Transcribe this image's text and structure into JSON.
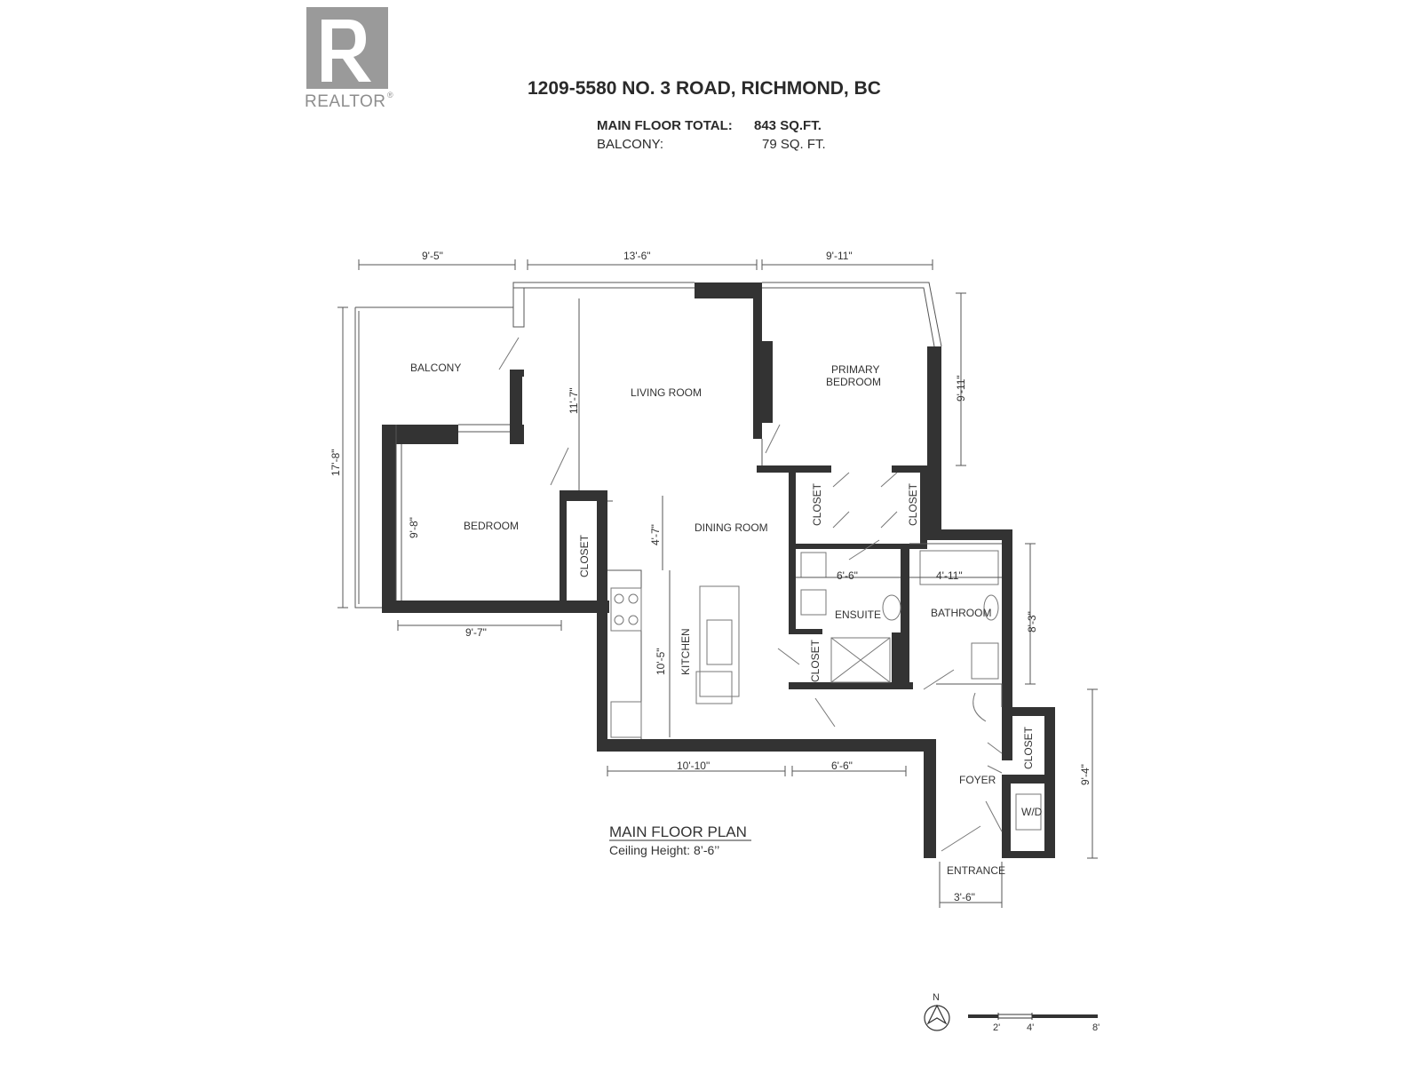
{
  "header": {
    "address": "1209-5580 NO. 3 ROAD, RICHMOND, BC",
    "main_floor_label": "MAIN FLOOR TOTAL:",
    "main_floor_value": "843 SQ.FT.",
    "balcony_label": "BALCONY:",
    "balcony_value": "79 SQ. FT."
  },
  "logo": {
    "text": "REALTOR",
    "mark": "®",
    "color": "#9a9a9a"
  },
  "rooms": {
    "balcony": "BALCONY",
    "living_room": "LIVING ROOM",
    "primary_bedroom_1": "PRIMARY",
    "primary_bedroom_2": "BEDROOM",
    "bedroom": "BEDROOM",
    "dining_room": "DINING ROOM",
    "kitchen": "KITCHEN",
    "closet_bedroom": "CLOSET",
    "closet_primary_left": "CLOSET",
    "closet_primary_right": "CLOSET",
    "closet_ensuite": "CLOSET",
    "closet_foyer": "CLOSET",
    "ensuite": "ENSUITE",
    "bathroom": "BATHROOM",
    "foyer": "FOYER",
    "wd": "W/D",
    "entrance": "ENTRANCE"
  },
  "dimensions": {
    "top_balcony": "9'-5\"",
    "top_living": "13'-6\"",
    "top_primary": "9'-11\"",
    "balcony_depth": "17'-8\"",
    "living_depth": "11'-7\"",
    "primary_depth": "9'-11\"",
    "bedroom_depth": "9'-8\"",
    "bedroom_width": "9'-7\"",
    "dining_depth": "4'-7\"",
    "kitchen_depth": "10'-5\"",
    "ensuite_width": "6'-6\"",
    "bath_width": "4'-11\"",
    "bath_depth": "8'-3\"",
    "bottom_kitchen": "10'-10\"",
    "bottom_ensuite": "6'-6\"",
    "foyer_depth": "9'-4\"",
    "entrance_width": "3'-6\""
  },
  "plan": {
    "title": "MAIN FLOOR PLAN",
    "ceiling": "Ceiling Height: 8’-6’’"
  },
  "north": {
    "label": "N"
  },
  "scale": {
    "labels": [
      "2'",
      "4'",
      "8'"
    ]
  }
}
